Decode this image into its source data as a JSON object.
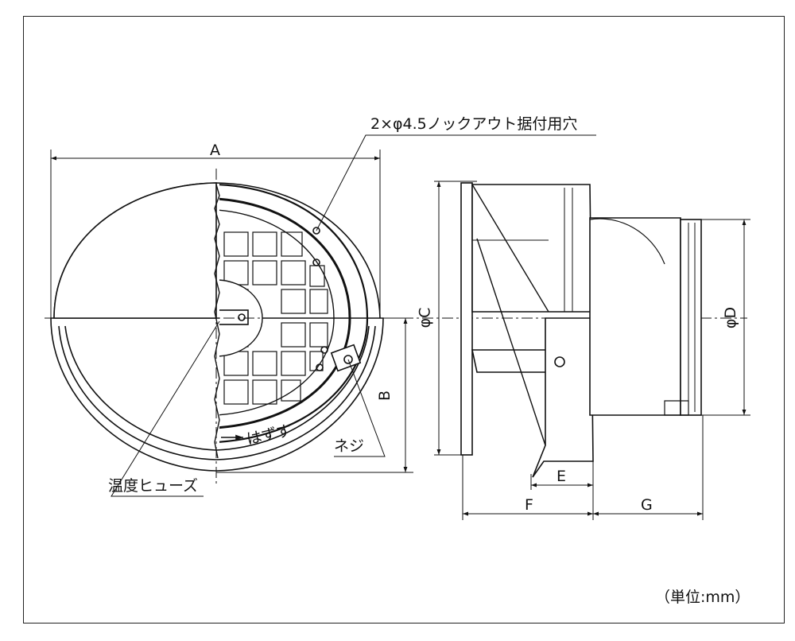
{
  "dimensions": {
    "a": "A",
    "b": "B",
    "c": "φC",
    "d": "φD",
    "e": "E",
    "f": "F",
    "g": "G"
  },
  "callouts": {
    "mounting_holes": "2×φ4.5ノックアウト据付用穴",
    "thermal_fuse": "温度ヒューズ",
    "screw": "ネジ",
    "remove": "はずす"
  },
  "unit_note": "（単位:mm）"
}
